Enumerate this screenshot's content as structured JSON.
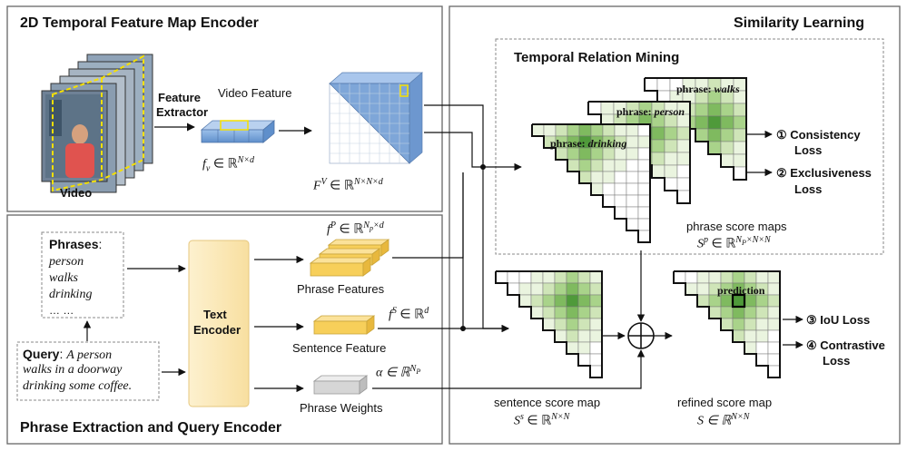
{
  "panels": {
    "encoder": "2D Temporal Feature Map Encoder",
    "similarity": "Similarity Learning",
    "query": "Phrase Extraction and Query Encoder",
    "mining": "Temporal Relation Mining"
  },
  "encoder": {
    "video_label": "Video",
    "extractor_line1": "Feature",
    "extractor_line2": "Extractor",
    "video_feature": "Video Feature",
    "fv_formula": "f_v ∈ ℝ^{N×d}",
    "fv_base": "f",
    "fv_sub": "v",
    "fv_space": " ∈ ℝ",
    "fv_sup": "N×d",
    "FV_base": "F",
    "FV_sup1": "V",
    "FV_space": " ∈ ℝ",
    "FV_sup": "N×N×d"
  },
  "query_panel": {
    "phrases_title": "Phrases",
    "phrases_colon": ":",
    "phrases": [
      "person",
      "walks",
      "drinking",
      "… …"
    ],
    "query_title": "Query",
    "query_colon": ": ",
    "query_line1": "A person",
    "query_line2": "walks in a doorway",
    "query_line3": "drinking some coffee.",
    "text_encoder_1": "Text",
    "text_encoder_2": "Encoder",
    "phrase_features": "Phrase Features",
    "sentence_feature": "Sentence Feature",
    "phrase_weights": "Phrase Weights",
    "fP_base": "f",
    "fP_sup1": "P",
    "fP_space": " ∈ ℝ",
    "fP_sup_N": "N",
    "fP_sup_p": "p",
    "fP_sup_d": "×d",
    "fS_base": "f",
    "fS_sup1": "S",
    "fS_space": " ∈ ℝ",
    "fS_sup": "d",
    "alpha_base": "α ∈ ℝ",
    "alpha_sup_N": "N",
    "alpha_sup_P": "P"
  },
  "similarity": {
    "phrase_walks_pre": "phrase: ",
    "phrase_walks": "walks",
    "phrase_person_pre": "phrase: ",
    "phrase_person": "person",
    "phrase_drinking_pre": "phrase: ",
    "phrase_drinking": "drinking",
    "losses": [
      {
        "num": "①",
        "line1": "Consistency",
        "line2": "Loss"
      },
      {
        "num": "②",
        "line1": "Exclusiveness",
        "line2": "Loss"
      },
      {
        "num": "③",
        "line1": "IoU Loss",
        "line2": ""
      },
      {
        "num": "④",
        "line1": "Contrastive",
        "line2": "Loss"
      }
    ],
    "phrase_score_maps": "phrase score maps",
    "Sp_base": "S",
    "Sp_sup1": "p",
    "Sp_space": " ∈ ℝ",
    "Sp_sup_N": "N",
    "Sp_sup_P": "P",
    "Sp_sup_rest": "×N×N",
    "sentence_score_map": "sentence score map",
    "Ss_base": "S",
    "Ss_sup1": "s",
    "Ss_space": " ∈ ℝ",
    "Ss_sup": "N×N",
    "refined_score_map": "refined score map",
    "S_base": "S ∈ ℝ",
    "S_sup": "N×N",
    "prediction": "prediction",
    "oplus": "⊕"
  },
  "colors": {
    "feature_blue": "#7ea6d8",
    "feature_yellow": "#f7d46a",
    "encoder_fill": "#fbe9b6",
    "green_dark": "#4f9a3a",
    "green_mid": "#8fc46c",
    "green_light": "#cfe5b8",
    "green_pale": "#eaf4df",
    "dash_yellow": "#f5e000"
  }
}
